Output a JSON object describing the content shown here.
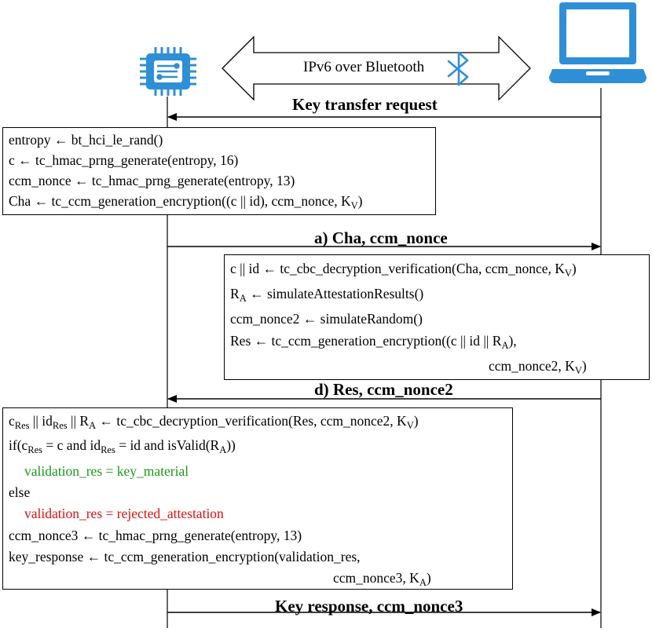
{
  "banner": {
    "text": "IPv6 over Bluetooth"
  },
  "messages": {
    "key_transfer_request": "Key transfer request",
    "cha": "a) Cha, ccm_nonce",
    "res": "d) Res, ccm_nonce2",
    "key_response": "Key response, ccm_nonce3"
  },
  "device_box": {
    "lines": [
      "entropy ← bt_hci_le_rand()",
      "c ← tc_hmac_prng_generate(entropy, 16)",
      "ccm_nonce ← tc_hmac_prng_generate(entropy, 13)"
    ],
    "line4_main": "Cha ← tc_ccm_generation_encryption((c || id), ccm_nonce, K",
    "line4_sub": "V",
    "line4_end": ")"
  },
  "verifier_box": {
    "l1_main": "c || id ← tc_cbc_decryption_verification(Cha, ccm_nonce, K",
    "l1_sub": "V",
    "l1_end": ")",
    "l2_main": "R",
    "l2_sub": "A",
    "l2_end": " ← simulateAttestationResults()",
    "l3": "ccm_nonce2 ← simulateRandom()",
    "l4_main": "Res ← tc_ccm_generation_encryption((c || id || R",
    "l4_sub": "A",
    "l4_end": "),",
    "l5_main": "ccm_nonce2, K",
    "l5_sub": "V",
    "l5_end": ")"
  },
  "final_box": {
    "l1_a": "c",
    "l1_a_sub": "Res",
    "l1_b": " || id",
    "l1_b_sub": "Res",
    "l1_c": " || R",
    "l1_c_sub": "A",
    "l1_d": " ← tc_cbc_decryption_verification(Res, ccm_nonce2, K",
    "l1_d_sub": "V",
    "l1_e": ")",
    "l2_a": "if(c",
    "l2_a_sub": "Res",
    "l2_b": " = c and id",
    "l2_b_sub": "Res",
    "l2_c": " = id and isValid(R",
    "l2_c_sub": "A",
    "l2_d": "))",
    "l3": "validation_res = key_material",
    "l4": "else",
    "l5": "validation_res = rejected_attestation",
    "l6": "ccm_nonce3 ← tc_hmac_prng_generate(entropy, 13)",
    "l7": "key_response ← tc_ccm_generation_encryption(validation_res,",
    "l8_main": "ccm_nonce3, K",
    "l8_sub": "A",
    "l8_end": ")"
  },
  "colors": {
    "icon_blue": "#2f8fd6",
    "accept_green": "#1a9a1a",
    "reject_red": "#e01010"
  },
  "icons": {
    "device": "microcontroller-chip-icon",
    "verifier": "laptop-icon",
    "protocol": "bluetooth-icon"
  }
}
